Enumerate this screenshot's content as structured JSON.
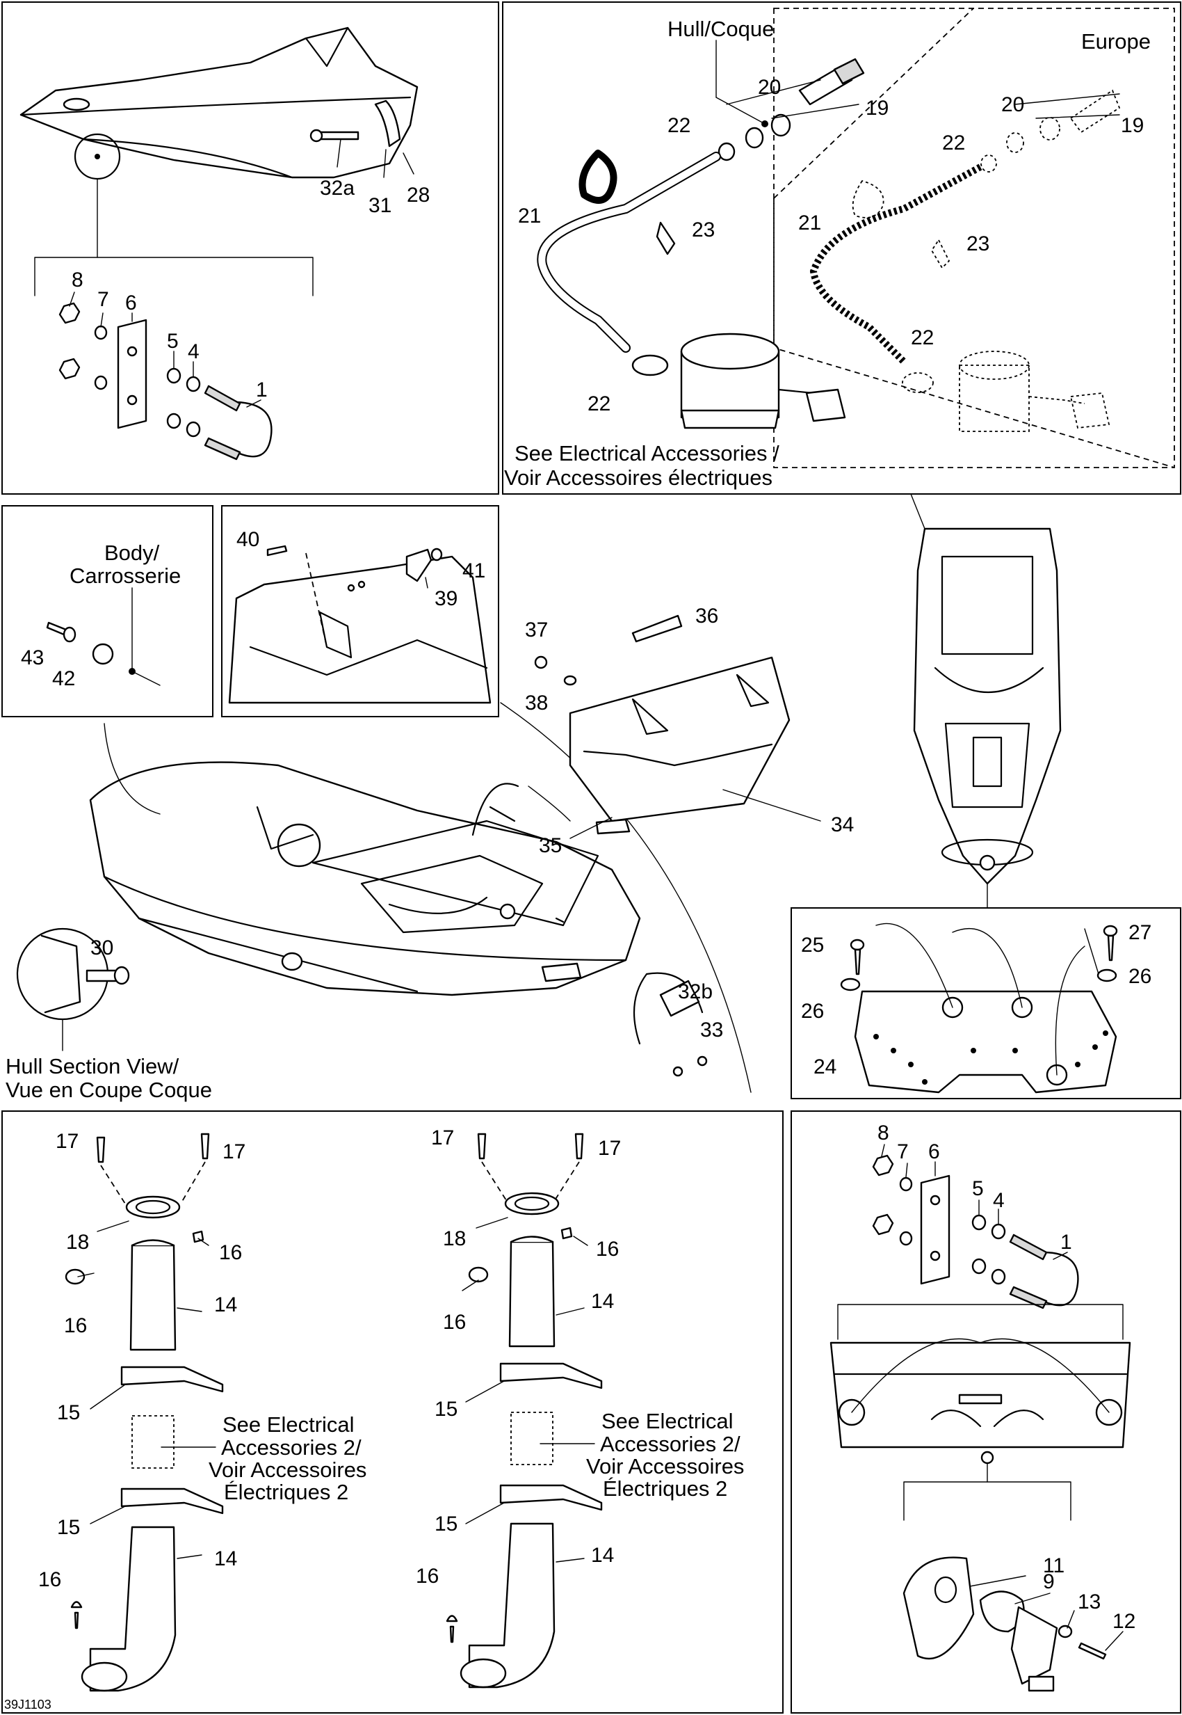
{
  "figure_id": "39J1103",
  "panels": {
    "bow": {
      "callouts": [
        "32a",
        "31",
        "28",
        "8",
        "7",
        "6",
        "5",
        "4",
        "1"
      ]
    },
    "bilge": {
      "captions": {
        "hull": "Hull/Coque",
        "europe": "Europe",
        "see_electrical_1": "See Electrical Accessories /",
        "see_electrical_2": "Voir Accessoires électriques"
      },
      "callouts": [
        "20",
        "19",
        "22",
        "21",
        "23",
        "22",
        "20",
        "22",
        "19",
        "21",
        "23",
        "22"
      ]
    },
    "body": {
      "captions": {
        "line1": "Body/",
        "line2": "Carrosserie"
      },
      "callouts": [
        "43",
        "42"
      ]
    },
    "seat": {
      "callouts": [
        "40",
        "41",
        "39"
      ]
    },
    "main": {
      "captions": {
        "hull_section_1": "Hull Section View/",
        "hull_section_2": "Vue en Coupe Coque"
      },
      "callouts": [
        "37",
        "36",
        "38",
        "34",
        "35",
        "30",
        "32b",
        "33"
      ]
    },
    "step": {
      "callouts": [
        "25",
        "27",
        "26",
        "26",
        "24"
      ]
    },
    "vents": {
      "captions": {
        "left_1": "See Electrical",
        "left_2": "Accessories 2/",
        "left_3": "Voir Accessoires",
        "left_4": "Électriques 2",
        "right_1": "See Electrical",
        "right_2": "Accessories 2/",
        "right_3": "Voir Accessoires",
        "right_4": "Électriques 2"
      },
      "callouts": [
        "17",
        "17",
        "18",
        "16",
        "16",
        "14",
        "15",
        "15",
        "16",
        "14",
        "17",
        "17",
        "18",
        "16",
        "16",
        "14",
        "15",
        "15",
        "16",
        "14"
      ]
    },
    "stern": {
      "callouts": [
        "8",
        "7",
        "6",
        "5",
        "4",
        "1",
        "11",
        "9",
        "13",
        "12"
      ]
    }
  }
}
